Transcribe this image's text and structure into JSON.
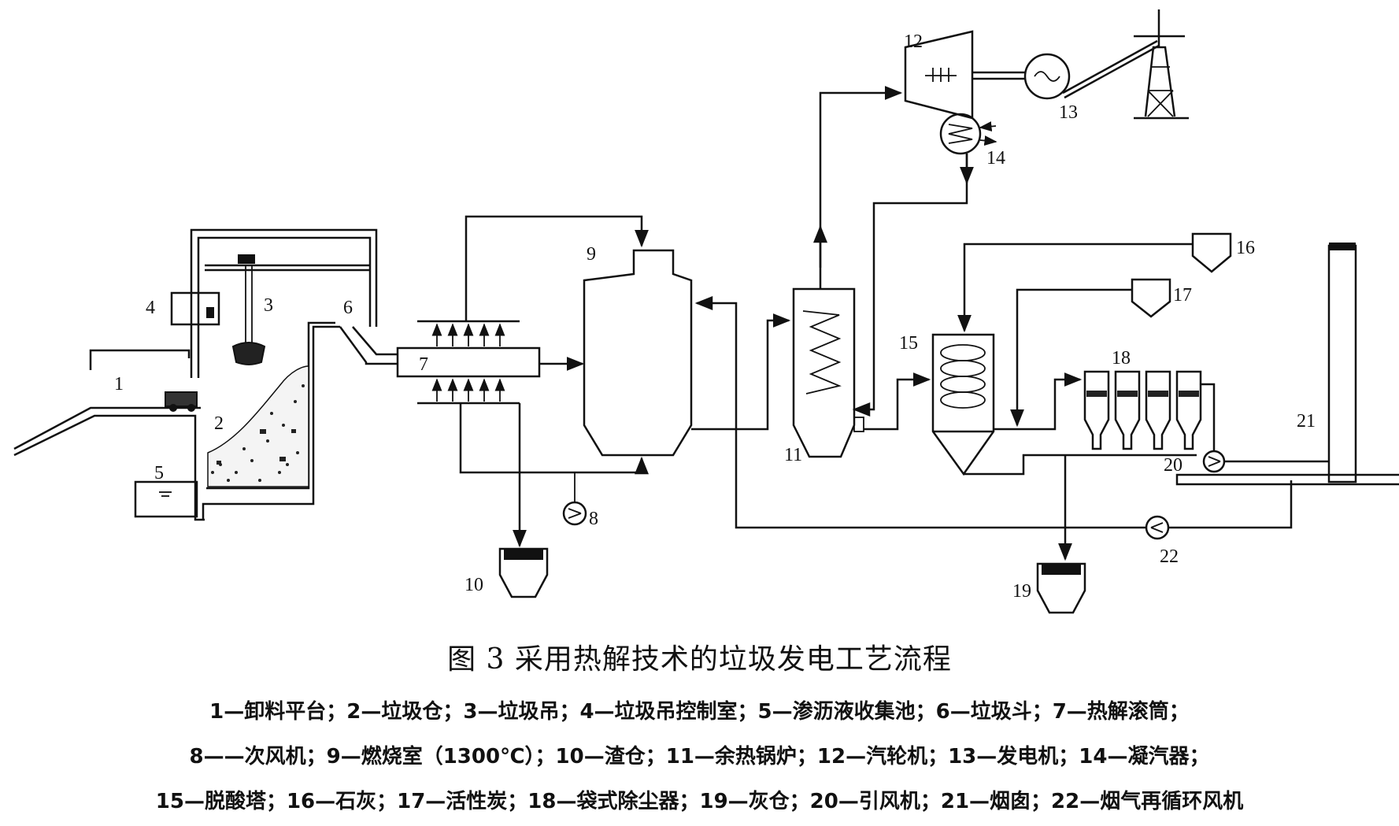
{
  "caption": "图 3 采用热解技术的垃圾发电工艺流程",
  "labels": {
    "n1": "1",
    "n2": "2",
    "n3": "3",
    "n4": "4",
    "n5": "5",
    "n6": "6",
    "n7": "7",
    "n8": "8",
    "n9": "9",
    "n10": "10",
    "n11": "11",
    "n12": "12",
    "n13": "13",
    "n14": "14",
    "n15": "15",
    "n16": "16",
    "n17": "17",
    "n18": "18",
    "n19": "19",
    "n20": "20",
    "n21": "21",
    "n22": "22"
  },
  "legend": {
    "line1": "1—卸料平台；2—垃圾仓；3—垃圾吊；4—垃圾吊控制室；5—渗沥液收集池；6—垃圾斗；7—热解滚筒；",
    "line2": "8——次风机；9—燃烧室（1300℃）；10—渣仓；11—余热锅炉；12—汽轮机；13—发电机；14—凝汽器；",
    "line3": "15—脱酸塔；16—石灰；17—活性炭；18—袋式除尘器；19—灰仓；20—引风机；21—烟囱；22—烟气再循环风机"
  }
}
